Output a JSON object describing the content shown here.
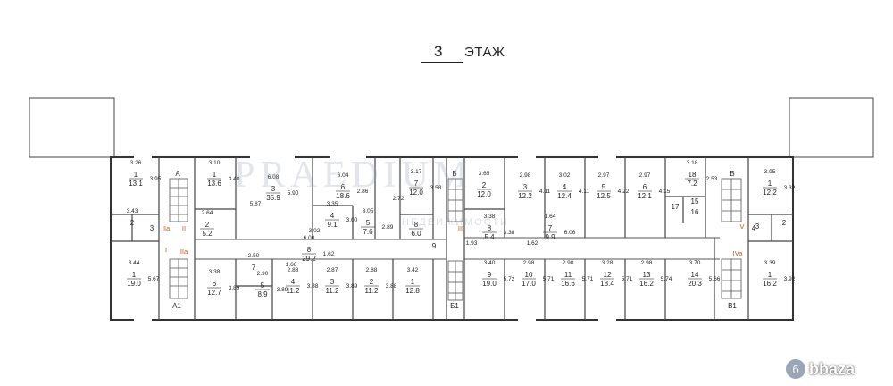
{
  "title": {
    "number": "3",
    "word": "ЭТАЖ"
  },
  "watermark": {
    "text": "PRAEDIUM",
    "sub": "НЕДВИЖИМОСТИ"
  },
  "brand": {
    "text": "bbaza",
    "mark": "б"
  },
  "colors": {
    "line": "#444444",
    "stair_marker": "#c25a1a",
    "background": "#ffffff"
  },
  "rooms": [
    {
      "num": "1",
      "area": "13.1",
      "dims": [
        "3.26",
        "3.95"
      ]
    },
    {
      "num": "2",
      "area": "",
      "dims": [
        "3.43"
      ]
    },
    {
      "num": "3",
      "area": "",
      "dims": []
    },
    {
      "num": "1",
      "area": "19.0",
      "dims": [
        "3.44",
        "5.67"
      ]
    },
    {
      "num": "1",
      "area": "13.6",
      "dims": [
        "3.10",
        "3.40"
      ]
    },
    {
      "num": "2",
      "area": "5.2",
      "dims": [
        "2.64"
      ]
    },
    {
      "num": "3",
      "area": "35.9",
      "dims": [
        "6.08",
        "5.90",
        "5.87"
      ]
    },
    {
      "num": "4",
      "area": "9.1",
      "dims": [
        "3.35",
        "3.00",
        "3.02"
      ]
    },
    {
      "num": "5",
      "area": "7.6",
      "dims": [
        "3.05",
        "2.89"
      ]
    },
    {
      "num": "6",
      "area": "18.6",
      "dims": [
        "6.04",
        "2.86"
      ]
    },
    {
      "num": "7",
      "area": "12.0",
      "dims": [
        "3.17",
        "3.58",
        "2.72"
      ]
    },
    {
      "num": "8",
      "area": "6.0",
      "dims": []
    },
    {
      "num": "8",
      "area": "29.2",
      "dims": [
        "6.00",
        "1.62",
        "1.66"
      ]
    },
    {
      "num": "9",
      "area": "",
      "dims": []
    },
    {
      "num": "6",
      "area": "12.7",
      "dims": [
        "3.38",
        "3.89"
      ]
    },
    {
      "num": "7",
      "area": "",
      "dims": [
        "2.50"
      ]
    },
    {
      "num": "5",
      "area": "8.9",
      "dims": [
        "2.90",
        "3.89"
      ]
    },
    {
      "num": "4",
      "area": "11.2",
      "dims": [
        "2.88",
        "3.88"
      ]
    },
    {
      "num": "3",
      "area": "11.2",
      "dims": [
        "2.87",
        "3.89"
      ]
    },
    {
      "num": "2",
      "area": "11.2",
      "dims": [
        "2.88",
        "3.88"
      ]
    },
    {
      "num": "1",
      "area": "12.8",
      "dims": [
        "3.42"
      ]
    },
    {
      "num": "2",
      "area": "12.0",
      "dims": [
        "3.65"
      ]
    },
    {
      "num": "3",
      "area": "12.2",
      "dims": [
        "2.98",
        "4.11"
      ]
    },
    {
      "num": "4",
      "area": "12.4",
      "dims": [
        "3.02",
        "4.11"
      ]
    },
    {
      "num": "5",
      "area": "12.5",
      "dims": [
        "2.97",
        "4.22"
      ]
    },
    {
      "num": "6",
      "area": "12.1",
      "dims": [
        "2.97",
        "4.15"
      ]
    },
    {
      "num": "18",
      "area": "7.2",
      "dims": [
        "3.18",
        "2.53"
      ]
    },
    {
      "num": "17",
      "area": "",
      "dims": []
    },
    {
      "num": "16",
      "area": "",
      "dims": []
    },
    {
      "num": "15",
      "area": "",
      "dims": []
    },
    {
      "num": "1",
      "area": "12.2",
      "dims": [
        "3.95",
        "3.32"
      ]
    },
    {
      "num": "2",
      "area": "",
      "dims": []
    },
    {
      "num": "3",
      "area": "",
      "dims": []
    },
    {
      "num": "4",
      "area": "",
      "dims": []
    },
    {
      "num": "8",
      "area": "5.4",
      "dims": [
        "3.38",
        "3.38",
        "1.93"
      ]
    },
    {
      "num": "7",
      "area": "9.9",
      "dims": [
        "1.64",
        "6.06",
        "1.62"
      ]
    },
    {
      "num": "9",
      "area": "19.0",
      "dims": [
        "3.40",
        "5.72"
      ]
    },
    {
      "num": "10",
      "area": "17.0",
      "dims": [
        "2.98",
        "5.71"
      ]
    },
    {
      "num": "11",
      "area": "16.6",
      "dims": [
        "2.90",
        "5.71"
      ]
    },
    {
      "num": "12",
      "area": "18.4",
      "dims": [
        "3.28",
        "5.71"
      ]
    },
    {
      "num": "13",
      "area": "16.2",
      "dims": [
        "2.98",
        "5.74"
      ]
    },
    {
      "num": "14",
      "area": "20.3",
      "dims": [
        "3.70",
        "5.66"
      ]
    },
    {
      "num": "1",
      "area": "16.2",
      "dims": [
        "3.39",
        "3.92"
      ]
    }
  ],
  "stairs": [
    {
      "label": "А",
      "marks": [
        "IIa",
        "II"
      ]
    },
    {
      "label": "А1",
      "marks": [
        "I",
        "IIa"
      ]
    },
    {
      "label": "Б",
      "marks": [
        "III"
      ]
    },
    {
      "label": "Б1",
      "marks": []
    },
    {
      "label": "В",
      "marks": [
        "IV"
      ]
    },
    {
      "label": "В1",
      "marks": [
        "IVa"
      ]
    }
  ]
}
